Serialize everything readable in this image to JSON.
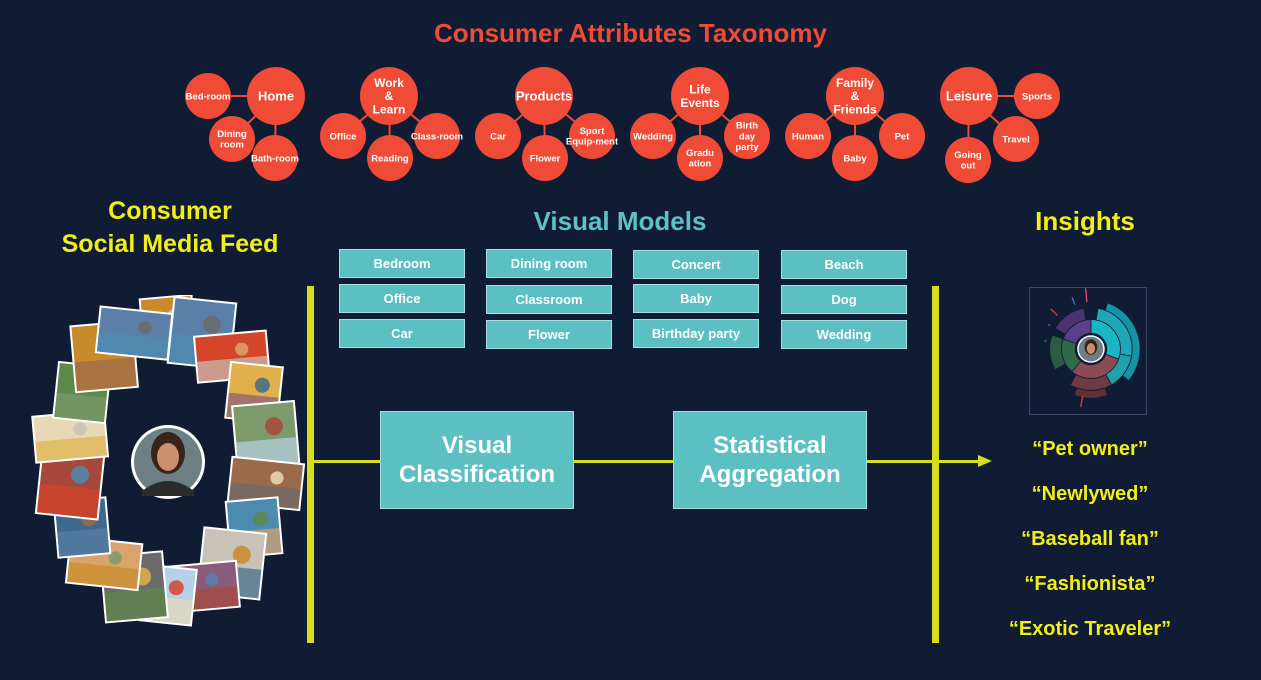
{
  "title": "Consumer Attributes Taxonomy",
  "taxonomy": [
    {
      "label": "Home",
      "children": [
        "Bed-room",
        "Dining room",
        "Bath-room"
      ]
    },
    {
      "label": "Work & Learn",
      "children": [
        "Office",
        "Reading",
        "Class-room"
      ]
    },
    {
      "label": "Products",
      "children": [
        "Car",
        "Flower",
        "Sport Equip-ment"
      ]
    },
    {
      "label": "Life Events",
      "children": [
        "Wedding",
        "Gradu ation",
        "Birth day party"
      ]
    },
    {
      "label": "Family & Friends",
      "children": [
        "Human",
        "Baby",
        "Pet"
      ]
    },
    {
      "label": "Leisure",
      "children": [
        "Sports",
        "Travel",
        "Going out"
      ]
    }
  ],
  "feed_title_line1": "Consumer",
  "feed_title_line2": "Social Media Feed",
  "models_title": "Visual Models",
  "models": [
    [
      "Bedroom",
      "Office",
      "Car"
    ],
    [
      "Dining room",
      "Classroom",
      "Flower"
    ],
    [
      "Concert",
      "Baby",
      "Birthday party"
    ],
    [
      "Beach",
      "Dog",
      "Wedding"
    ]
  ],
  "process": {
    "classification": [
      "Visual",
      "Classification"
    ],
    "aggregation": [
      "Statistical",
      "Aggregation"
    ]
  },
  "insights_title": "Insights",
  "insights": [
    "“Pet owner”",
    "“Newlywed”",
    "“Baseball fan”",
    "“Fashionista”",
    "“Exotic Traveler”"
  ],
  "colors": {
    "background": "#0f1c33",
    "node": "#ef4b36",
    "accent_yellow": "#f2ee1a",
    "teal": "#5cbfc2",
    "line_yellow": "#d6dc1e"
  }
}
